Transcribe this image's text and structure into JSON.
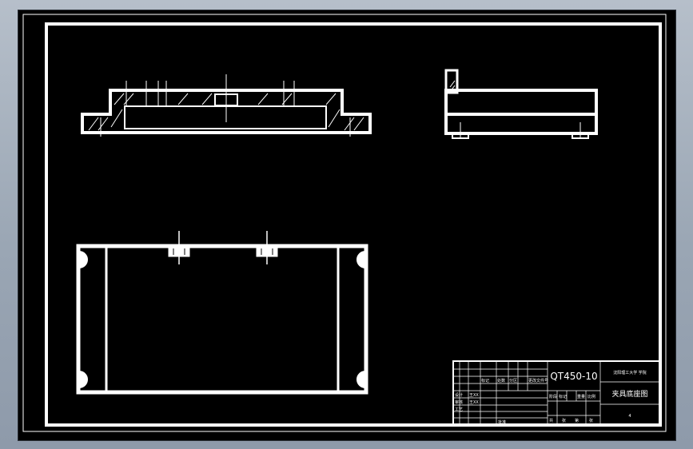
{
  "colors": {
    "canvas": "#000000",
    "line": "#ffffff",
    "window": "#9aa6b4"
  },
  "title_block": {
    "material": "QT450-10",
    "school": "沈阳理工大学 学院",
    "drawing_name": "夹具底座图",
    "sheet_number": "4",
    "header_labels": [
      "标记",
      "处数",
      "分区",
      "更改文件号"
    ],
    "role_rows": [
      {
        "role": "设计",
        "name": "王XX"
      },
      {
        "role": "审核",
        "name": "王XX"
      },
      {
        "role": "工艺",
        "name": ""
      }
    ],
    "stage_labels": [
      "阶段",
      "标记",
      "重量",
      "比例"
    ],
    "sheet_labels": [
      "共",
      "张",
      "第",
      "张"
    ],
    "approve_label": "批准"
  }
}
